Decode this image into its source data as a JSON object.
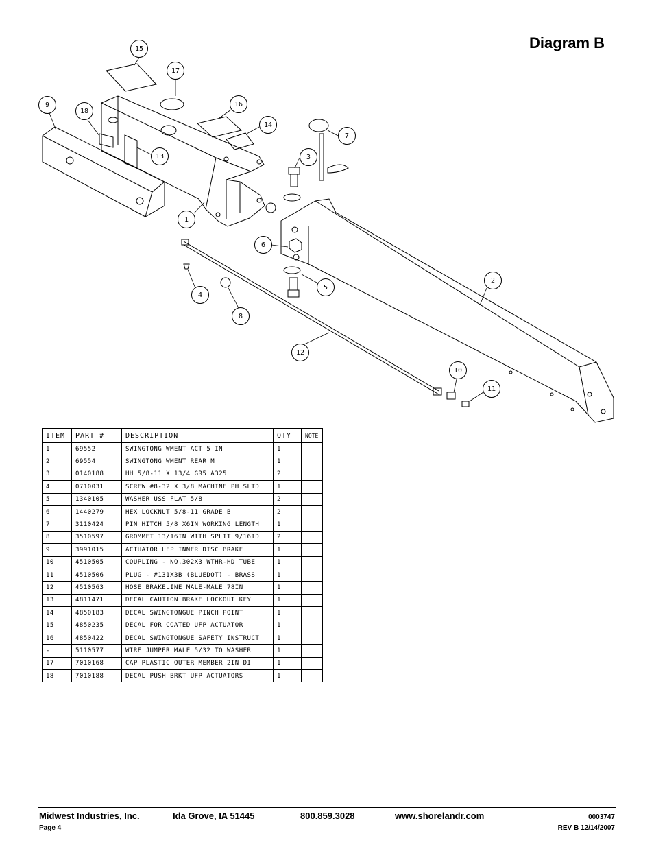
{
  "title": "Diagram B",
  "callouts": [
    "15",
    "17",
    "9",
    "18",
    "16",
    "14",
    "7",
    "3",
    "13",
    "1",
    "6",
    "2",
    "4",
    "5",
    "8",
    "12",
    "10",
    "11"
  ],
  "table": {
    "headers": [
      "ITEM",
      "PART #",
      "DESCRIPTION",
      "QTY",
      "NOTE"
    ],
    "rows": [
      [
        "1",
        "69552",
        "SWINGTONG WMENT ACT 5 IN",
        "1",
        ""
      ],
      [
        "2",
        "69554",
        "SWINGTONG WMENT REAR M",
        "1",
        ""
      ],
      [
        "3",
        "0140188",
        "HH 5/8-11 X 13/4  GR5 A325",
        "2",
        ""
      ],
      [
        "4",
        "0710031",
        "SCREW #8-32 X 3/8 MACHINE PH SLTD",
        "1",
        ""
      ],
      [
        "5",
        "1340105",
        "WASHER USS FLAT 5/8",
        "2",
        ""
      ],
      [
        "6",
        "1440279",
        "HEX LOCKNUT 5/8-11 GRADE B",
        "2",
        ""
      ],
      [
        "7",
        "3110424",
        "PIN HITCH 5/8 X6IN WORKING LENGTH",
        "1",
        ""
      ],
      [
        "8",
        "3510597",
        "GROMMET 13/16IN  WITH SPLIT 9/16ID",
        "2",
        ""
      ],
      [
        "9",
        "3991015",
        "ACTUATOR UFP INNER  DISC BRAKE",
        "1",
        ""
      ],
      [
        "10",
        "4510505",
        "COUPLING - NO.302X3 WTHR-HD TUBE",
        "1",
        ""
      ],
      [
        "11",
        "4510506",
        "PLUG - #131X3B (BLUEDOT) - BRASS",
        "1",
        ""
      ],
      [
        "12",
        "4510563",
        "HOSE BRAKELINE MALE-MALE 78IN",
        "1",
        ""
      ],
      [
        "13",
        "4811471",
        "DECAL CAUTION BRAKE LOCKOUT KEY",
        "1",
        ""
      ],
      [
        "14",
        "4850183",
        "DECAL SWINGTONGUE PINCH POINT",
        "1",
        ""
      ],
      [
        "15",
        "4850235",
        "DECAL FOR COATED UFP ACTUATOR",
        "1",
        ""
      ],
      [
        "16",
        "4850422",
        "DECAL SWINGTONGUE SAFETY INSTRUCT",
        "1",
        ""
      ],
      [
        "-",
        "5110577",
        "WIRE JUMPER MALE 5/32 TO WASHER",
        "1",
        ""
      ],
      [
        "17",
        "7010168",
        "CAP  PLASTIC OUTER MEMBER 2IN DI",
        "1",
        ""
      ],
      [
        "18",
        "7010188",
        "DECAL PUSH BRKT UFP ACTUATORS",
        "1",
        ""
      ]
    ]
  },
  "footer": {
    "company": "Midwest Industries, Inc.",
    "city": "Ida Grove, IA  51445",
    "phone": "800.859.3028",
    "web": "www.shorelandr.com",
    "doc_number": "0003747",
    "page": "Page 4",
    "revision": "REV B  12/14/2007"
  }
}
